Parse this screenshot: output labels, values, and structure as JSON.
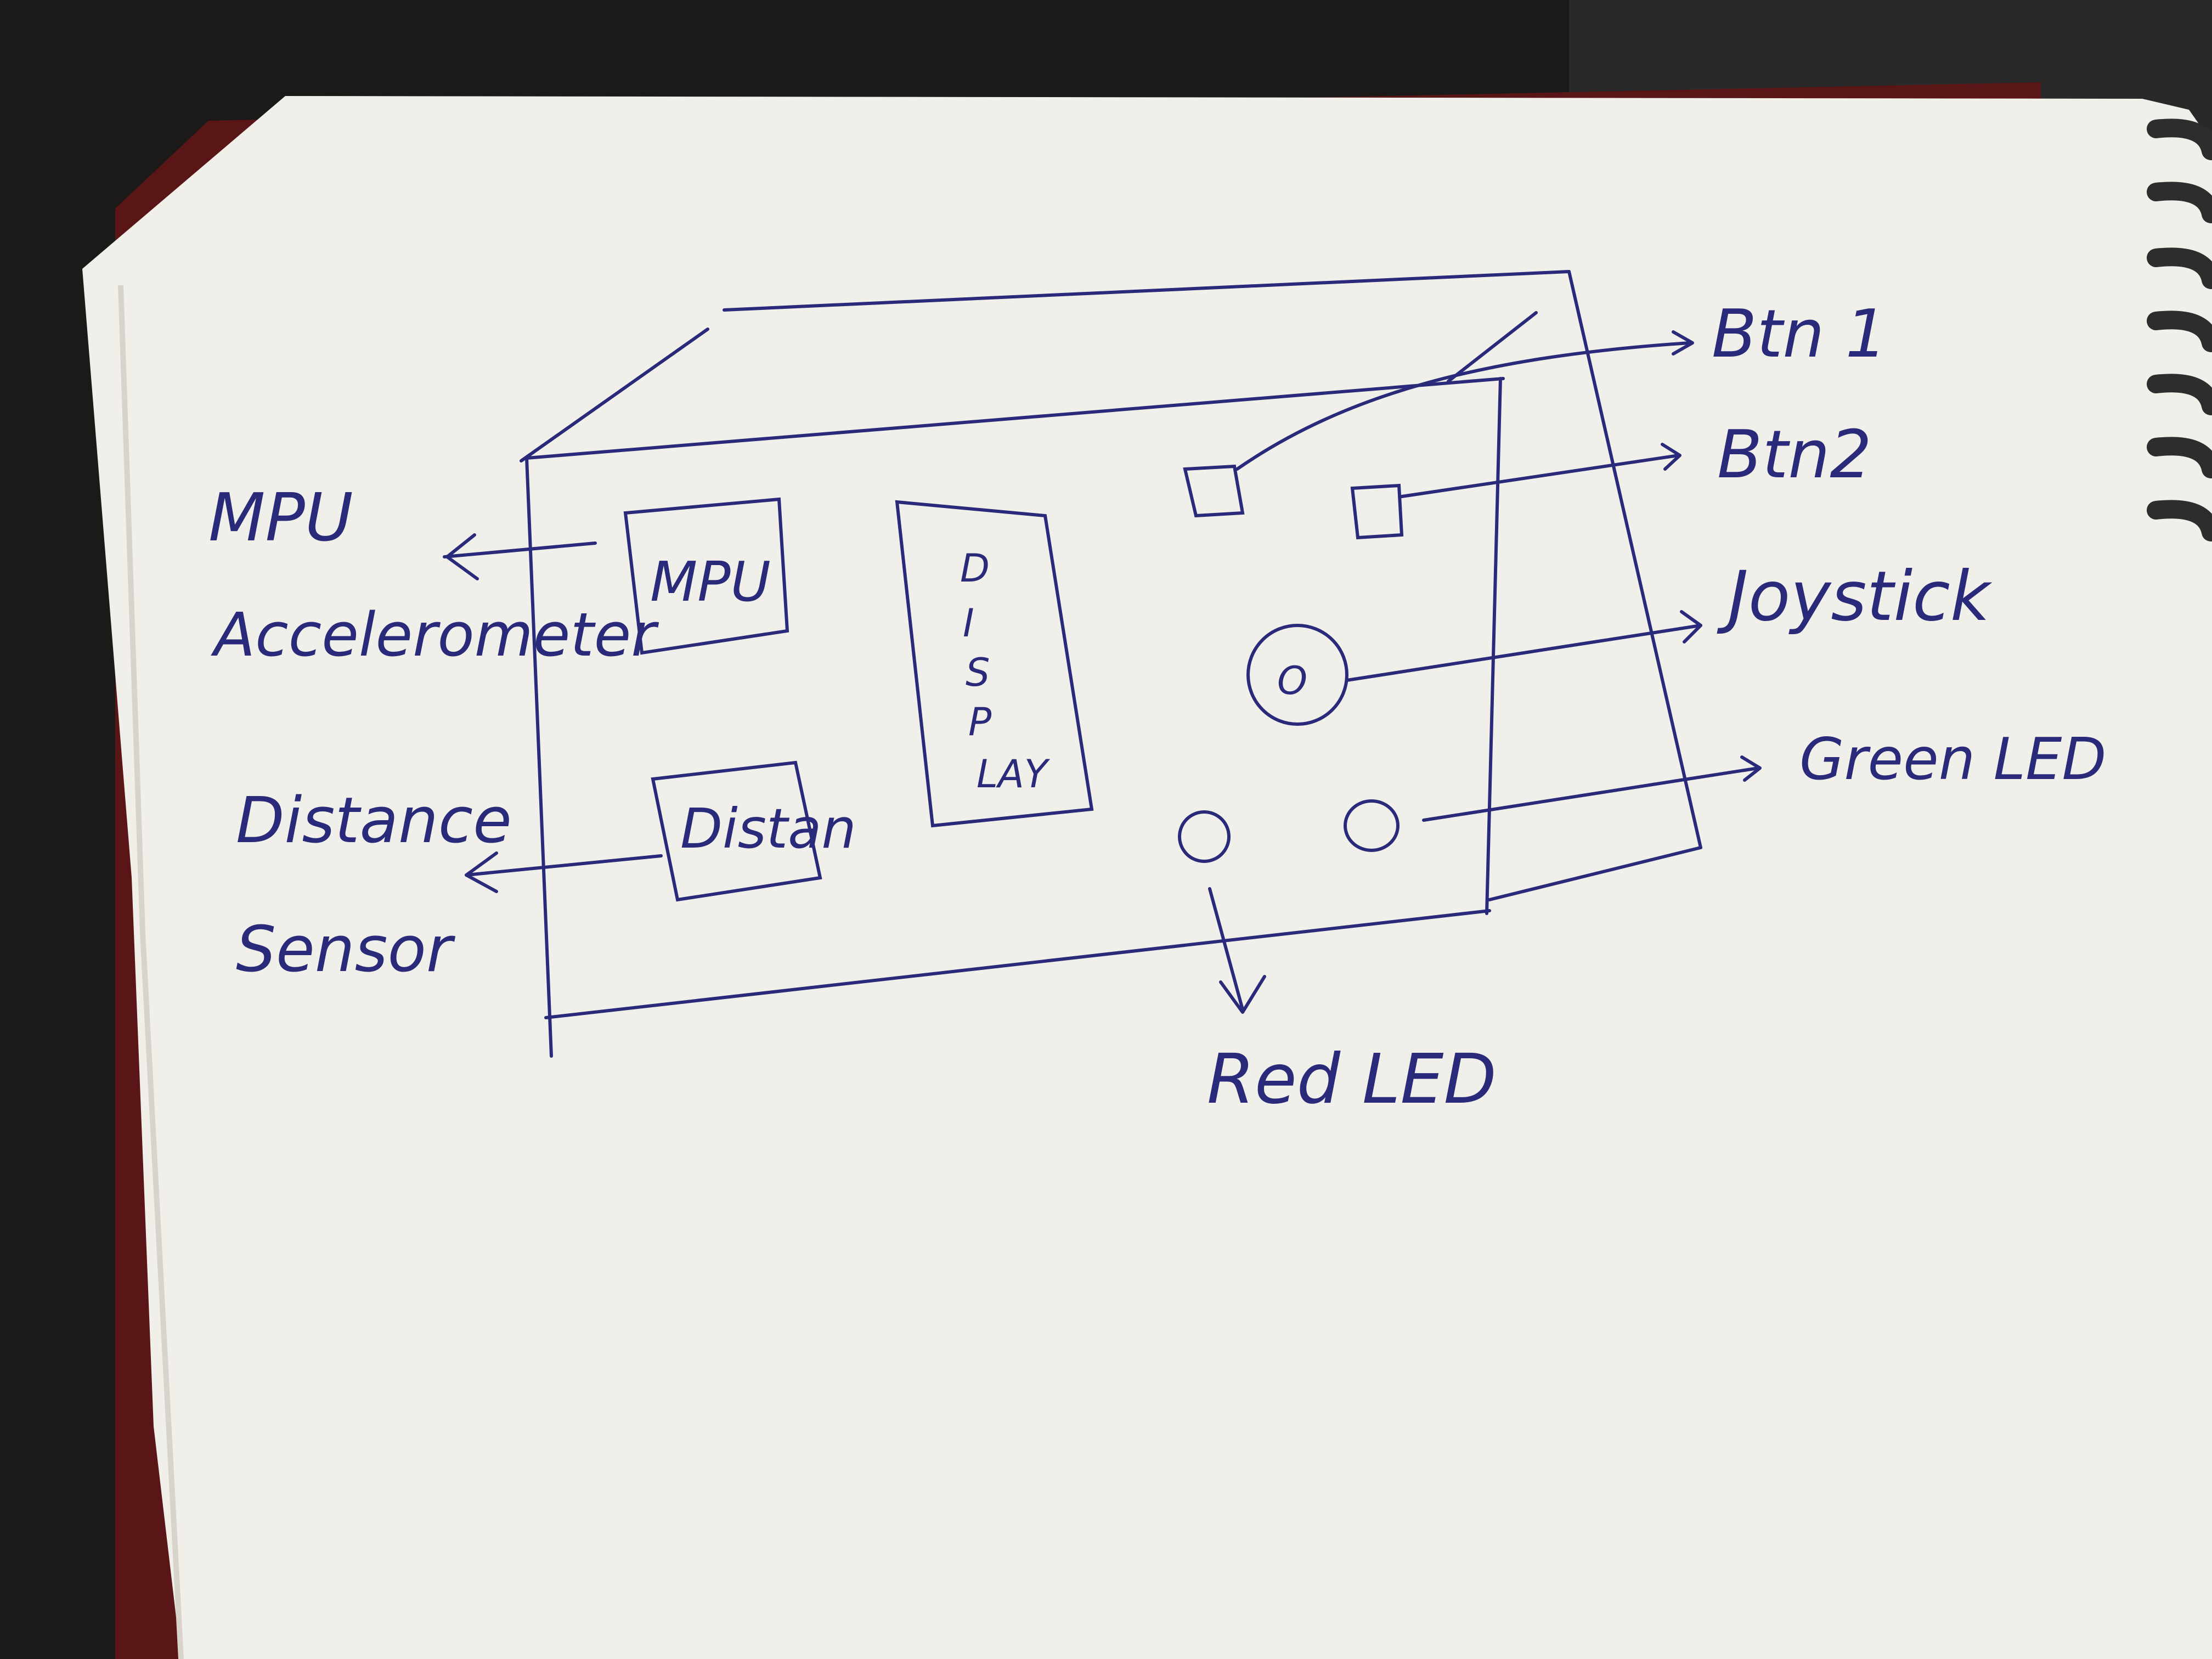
{
  "colors": {
    "background": "#1b1a19",
    "paper": "#f1efea",
    "ink": "#2a2a7a",
    "notebook_red": "#5a1616",
    "coil": "#2d2d2d"
  },
  "labels": {
    "mpu_box": "MPU",
    "distance_box": "Distan",
    "display_chars": [
      "D",
      "I",
      "S",
      "P",
      "LAY"
    ],
    "mpu_left": [
      "MPU",
      "Accelerometer"
    ],
    "distance_left": [
      "Distance",
      "Sensor"
    ],
    "btn1": "Btn 1",
    "btn2": "Btn2",
    "joystick": "Joystick",
    "green_led": "Green LED",
    "red_led": "Red LED",
    "joystick_center": "O"
  }
}
